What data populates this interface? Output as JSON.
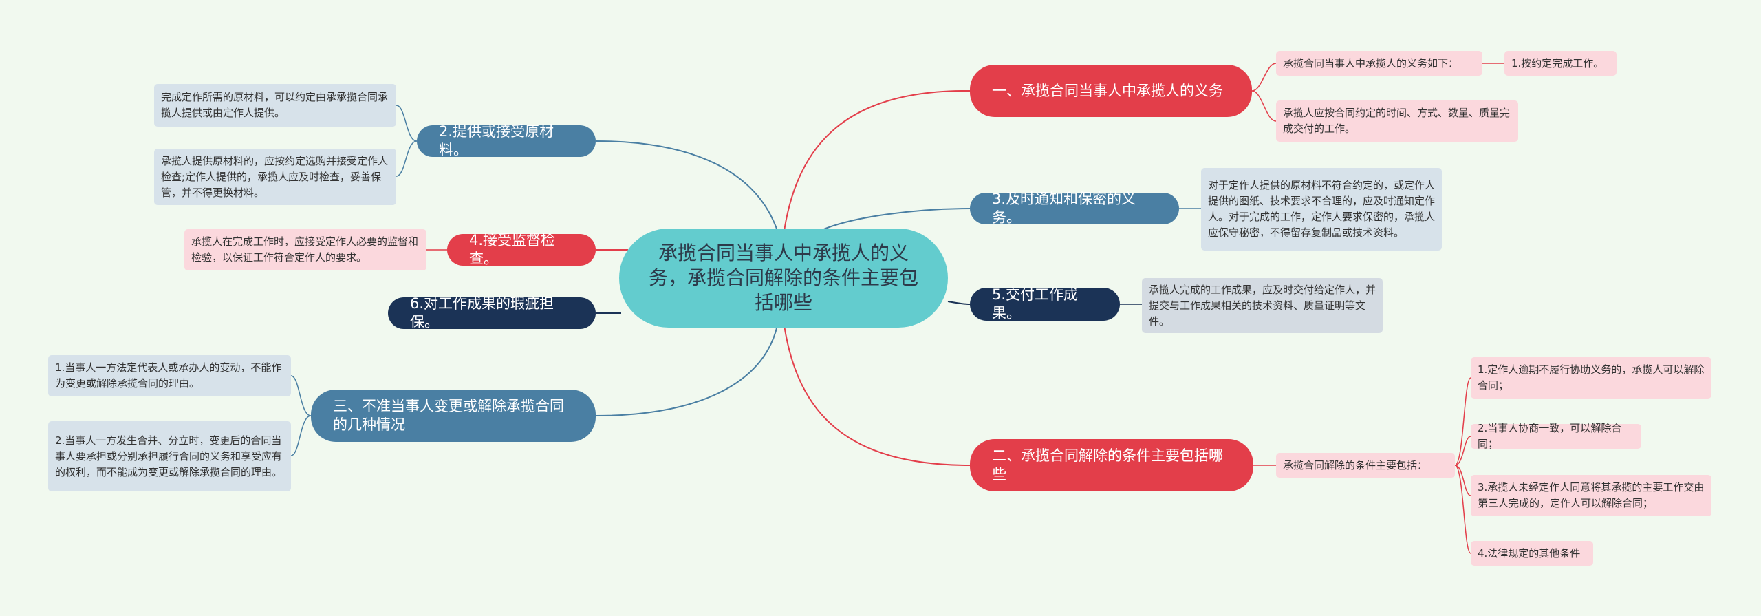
{
  "center": "承揽合同当事人中承揽人的义务，承揽合同解除的条件主要包括哪些",
  "branches": {
    "b1": {
      "label": "一、承揽合同当事人中承揽人的义务",
      "sub": "承揽合同当事人中承揽人的义务如下：",
      "subchild": "1.按约定完成工作。",
      "leaf": "承揽人应按合同约定的时间、方式、数量、质量完成交付的工作。"
    },
    "b3": {
      "label": "3.及时通知和保密的义务。",
      "leaf": "对于定作人提供的原材料不符合约定的，或定作人提供的图纸、技术要求不合理的，应及时通知定作人。对于完成的工作，定作人要求保密的，承揽人应保守秘密，不得留存复制品或技术资料。"
    },
    "b5": {
      "label": "5.交付工作成果。",
      "leaf": "承揽人完成的工作成果，应及时交付给定作人，并提交与工作成果相关的技术资料、质量证明等文件。"
    },
    "b_cancel": {
      "label": "二、承揽合同解除的条件主要包括哪些",
      "sub": "承揽合同解除的条件主要包括：",
      "items": [
        "1.定作人逾期不履行协助义务的，承揽人可以解除合同；",
        "2.当事人协商一致，可以解除合同；",
        "3.承揽人未经定作人同意将其承揽的主要工作交由第三人完成的，定作人可以解除合同；",
        "4.法律规定的其他条件"
      ]
    },
    "b2": {
      "label": "2.提供或接受原材料。",
      "leaves": [
        "完成定作所需的原材料，可以约定由承承揽合同承揽人提供或由定作人提供。",
        "承揽人提供原材料的，应按约定选购并接受定作人检查;定作人提供的，承揽人应及时检查，妥善保管，并不得更换材料。"
      ]
    },
    "b4": {
      "label": "4.接受监督检查。",
      "leaf": "承揽人在完成工作时，应接受定作人必要的监督和检验，以保证工作符合定作人的要求。"
    },
    "b6": {
      "label": "6.对工作成果的瑕疵担保。"
    },
    "b_change": {
      "label": "三、不准当事人变更或解除承揽合同的几种情况",
      "leaves": [
        "1.当事人一方法定代表人或承办人的变动，不能作为变更或解除承揽合同的理由。",
        "2.当事人一方发生合并、分立时，变更后的合同当事人要承担或分别承担履行合同的义务和享受应有的权利，而不能成为变更或解除承揽合同的理由。"
      ]
    }
  },
  "colors": {
    "red": "#e33e4a",
    "blue": "#4a7fa3",
    "navy": "#1b3356",
    "teal": "#63ccce"
  }
}
